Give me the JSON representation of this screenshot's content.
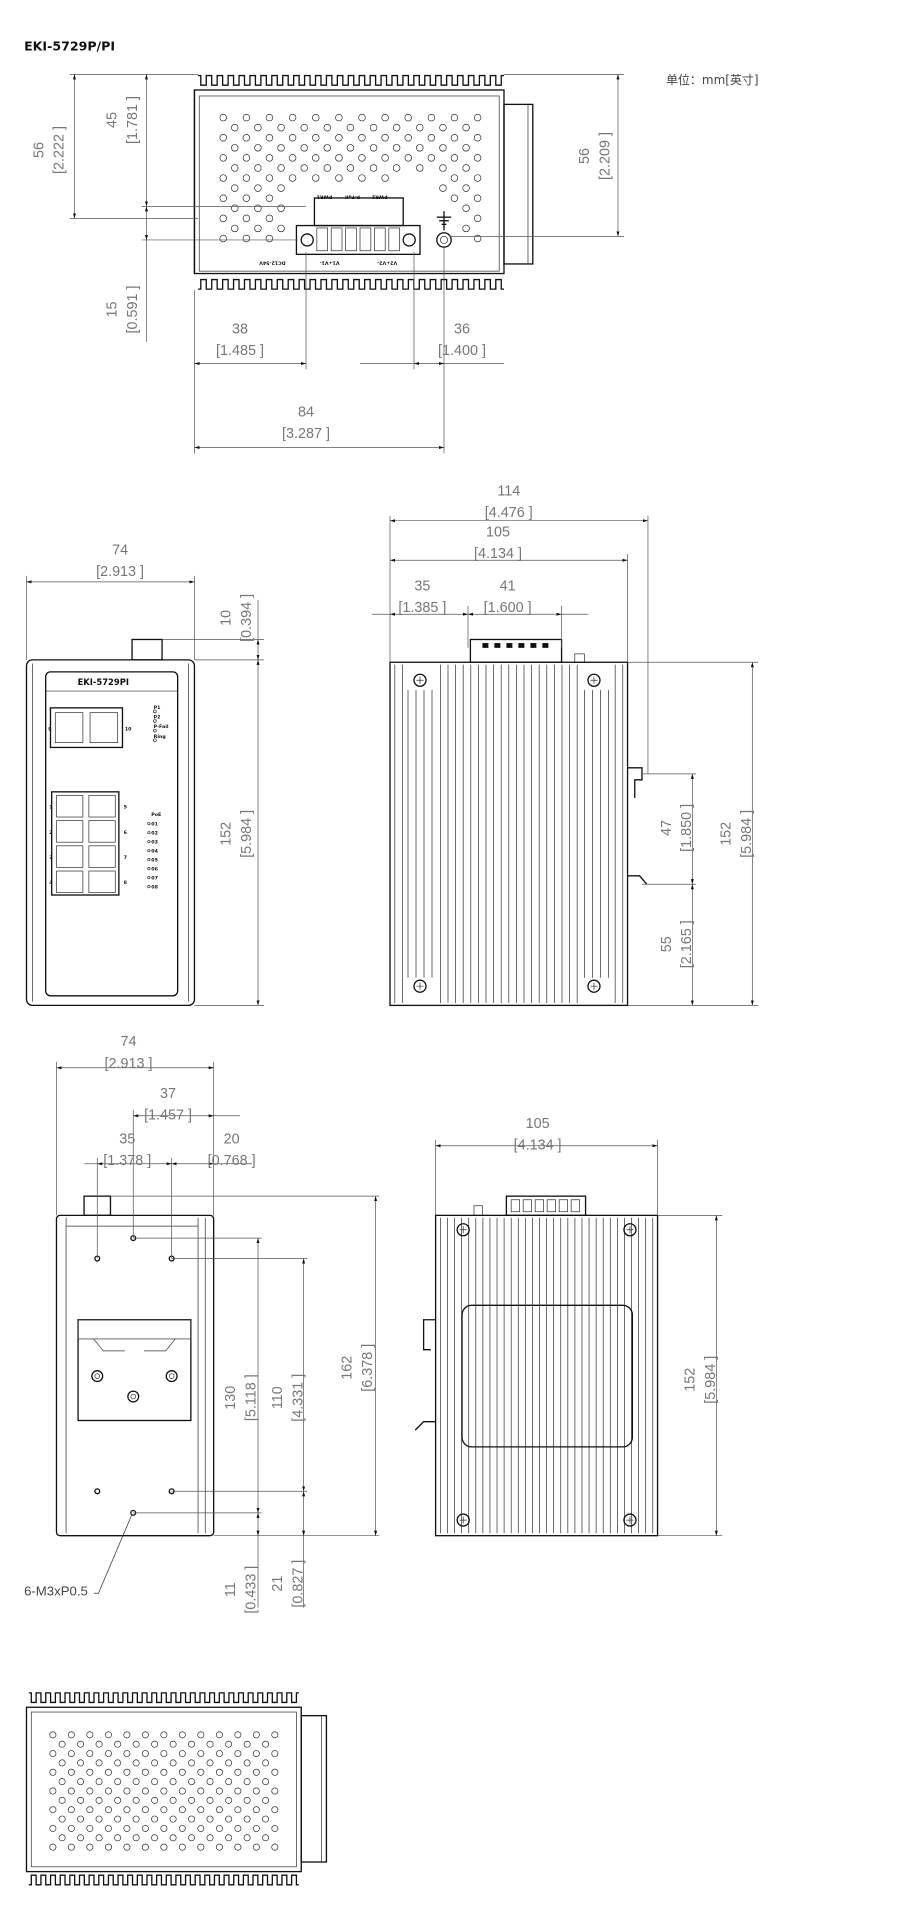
{
  "title": "EKI-5729P/PI",
  "unit_label": "单位：mm[英寸]",
  "front_label": "EKI-5729PI",
  "terminal_labels": {
    "pwr1": "PWR1",
    "pfail": "P-Fail",
    "pwr2": "PWR2",
    "dc": "DC12-54V",
    "v1": "V1+V1-",
    "v2": "V2+V2-"
  },
  "led_labels": [
    "P1",
    "P2",
    "P-Fail",
    "Ring"
  ],
  "poe_label": "PoE",
  "poe_leds": [
    "01",
    "02",
    "03",
    "04",
    "05",
    "06",
    "07",
    "08"
  ],
  "port_numbers": [
    "9",
    "10",
    "1",
    "5",
    "2",
    "6",
    "3",
    "7",
    "4",
    "8"
  ],
  "thread_note": "6-M3xP0.5",
  "dims": {
    "top56L": {
      "mm": "56",
      "in": "[2.222  ]"
    },
    "top45": {
      "mm": "45",
      "in": "[1.781  ]"
    },
    "top15": {
      "mm": "15",
      "in": "[0.591  ]"
    },
    "top56R": {
      "mm": "56",
      "in": "[2.209  ]"
    },
    "top38": {
      "mm": "38",
      "in": "[1.485  ]"
    },
    "top36": {
      "mm": "36",
      "in": "[1.400  ]"
    },
    "top84": {
      "mm": "84",
      "in": "[3.287  ]"
    },
    "front74": {
      "mm": "74",
      "in": "[2.913  ]"
    },
    "front10": {
      "mm": "10",
      "in": "[0.394  ]"
    },
    "front152": {
      "mm": "152",
      "in": "[5.984  ]"
    },
    "side114": {
      "mm": "114",
      "in": "[4.476  ]"
    },
    "side105": {
      "mm": "105",
      "in": "[4.134  ]"
    },
    "side35": {
      "mm": "35",
      "in": "[1.385  ]"
    },
    "side41": {
      "mm": "41",
      "in": "[1.600  ]"
    },
    "side47": {
      "mm": "47",
      "in": "[1.850  ]"
    },
    "side55": {
      "mm": "55",
      "in": "[2.165  ]"
    },
    "side152": {
      "mm": "152",
      "in": "[5.984  ]"
    },
    "back74": {
      "mm": "74",
      "in": "[2.913  ]"
    },
    "back37": {
      "mm": "37",
      "in": "[1.457  ]"
    },
    "back35": {
      "mm": "35",
      "in": "[1.378  ]"
    },
    "back20": {
      "mm": "20",
      "in": "[0.768  ]"
    },
    "back130": {
      "mm": "130",
      "in": "[5.118  ]"
    },
    "back110": {
      "mm": "110",
      "in": "[4.331  ]"
    },
    "back162": {
      "mm": "162",
      "in": "[6.378  ]"
    },
    "back11": {
      "mm": "11",
      "in": "[0.433  ]"
    },
    "back21": {
      "mm": "21",
      "in": "[0.827  ]"
    },
    "bottom105": {
      "mm": "105",
      "in": "[4.134  ]"
    },
    "bottom152": {
      "mm": "152",
      "in": "[5.984  ]"
    }
  }
}
